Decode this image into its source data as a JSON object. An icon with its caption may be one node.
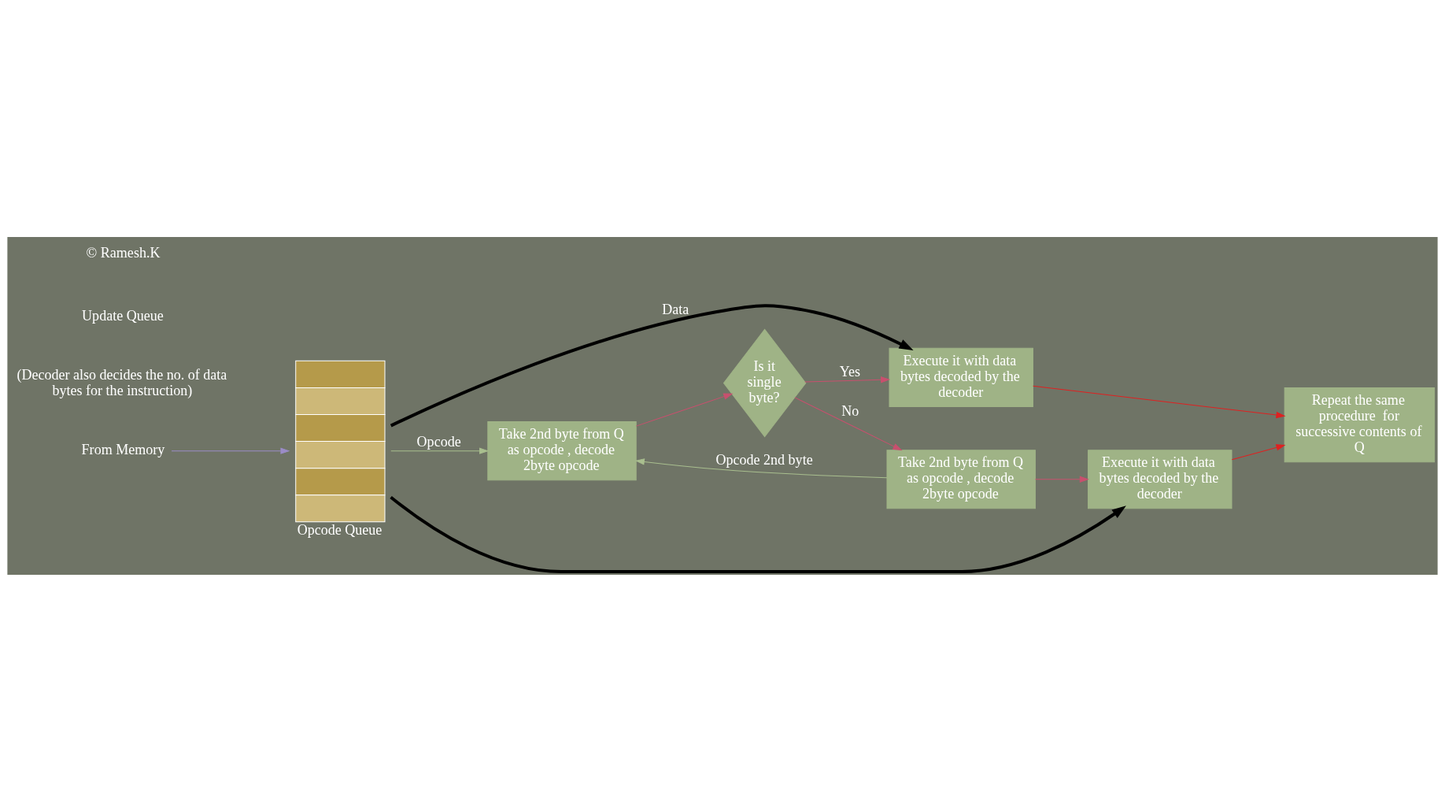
{
  "diagram": {
    "nodes": [
      {
        "text": [
          "From Memory"
        ]
      },
      {
        "text": [
          "Opcode Queue"
        ]
      },
      {
        "text": [
          "Execute it with data bytes decoded by the decoder"
        ]
      },
      {
        "text": [
          "Take 2nd byte from Q as opcode , decode 2byte opcode"
        ]
      },
      {
        "text": [
          "Is it single byte?"
        ]
      },
      {
        "text": [
          "Take 2nd byte from Q as opcode , decode 2byte opcode"
        ]
      },
      {
        "text": [
          "Execute it with data bytes decoded by the decoder"
        ]
      },
      {
        "text": [
          "Repeat the same procedure  for successive contents of Q"
        ]
      }
    ],
    "edges": [
      {
        "from": 0,
        "to": 1,
        "arrow": "to",
        "color": "#9b8cc8"
      },
      {
        "from": 1,
        "to": 2,
        "arrow": "to",
        "label": "Data",
        "style": "thick",
        "color": "#000000"
      },
      {
        "from": 1,
        "to": 6,
        "arrow": "to",
        "style": "thick",
        "color": "#000000"
      },
      {
        "from": 1,
        "to": 3,
        "arrow": "to",
        "label": "Opcode",
        "color": "#a9bf8f"
      },
      {
        "from": 5,
        "to": 3,
        "arrow": "to",
        "label": "Opcode 2nd byte",
        "color": "#a9bf8f"
      },
      {
        "from": 3,
        "to": 4,
        "arrow": "to",
        "color": "#c8506e"
      },
      {
        "from": 4,
        "to": 2,
        "arrow": "to",
        "label": "Yes",
        "color": "#c8506e"
      },
      {
        "from": 4,
        "to": 5,
        "arrow": "to",
        "label": "No",
        "color": "#c8506e"
      },
      {
        "from": 5,
        "to": 6,
        "arrow": "to",
        "color": "#c8506e"
      },
      {
        "from": 2,
        "to": 7,
        "arrow": "to",
        "color": "#e02020"
      },
      {
        "from": 6,
        "to": 7,
        "arrow": "to",
        "color": "#e02020"
      }
    ],
    "labels": [
      "(Decoder also decides the no. of data bytes for the instruction)",
      "Update Queue",
      "© Ramesh.K"
    ]
  }
}
